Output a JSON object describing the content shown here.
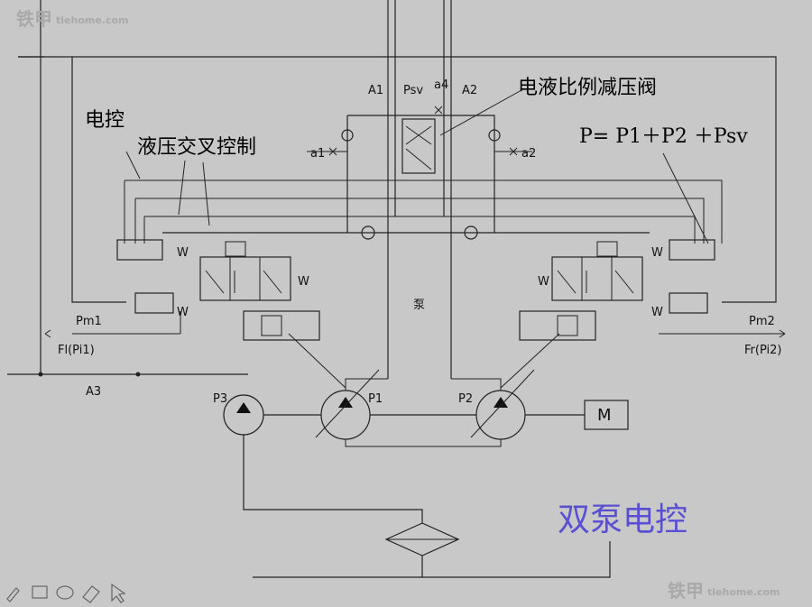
{
  "title": "双泵电控",
  "title_color": "#5a4fd0",
  "callouts": {
    "electric": "电控",
    "hydraulic_cross": "液压交叉控制",
    "valve": "电液比例减压阀",
    "formula": "P= P1＋P2 ＋Psv"
  },
  "ports": {
    "A1": "A1",
    "Psv": "Psv",
    "a4": "a4",
    "A2": "A2",
    "a1": "a1",
    "a2": "a2",
    "Pm1": "Pm1",
    "Pm2": "Pm2",
    "Fl": "Fl(Pi1)",
    "Fr": "Fr(Pi2)",
    "A3": "A3",
    "P1": "P1",
    "P2": "P2",
    "P3": "P3",
    "pump": "泵",
    "motor": "M",
    "W": "W"
  },
  "watermark": {
    "brand": "铁甲",
    "site": "tiehome.com"
  },
  "toolbar": [
    "pen-icon",
    "screen-icon",
    "circle-icon",
    "eraser-icon",
    "pointer-icon"
  ]
}
